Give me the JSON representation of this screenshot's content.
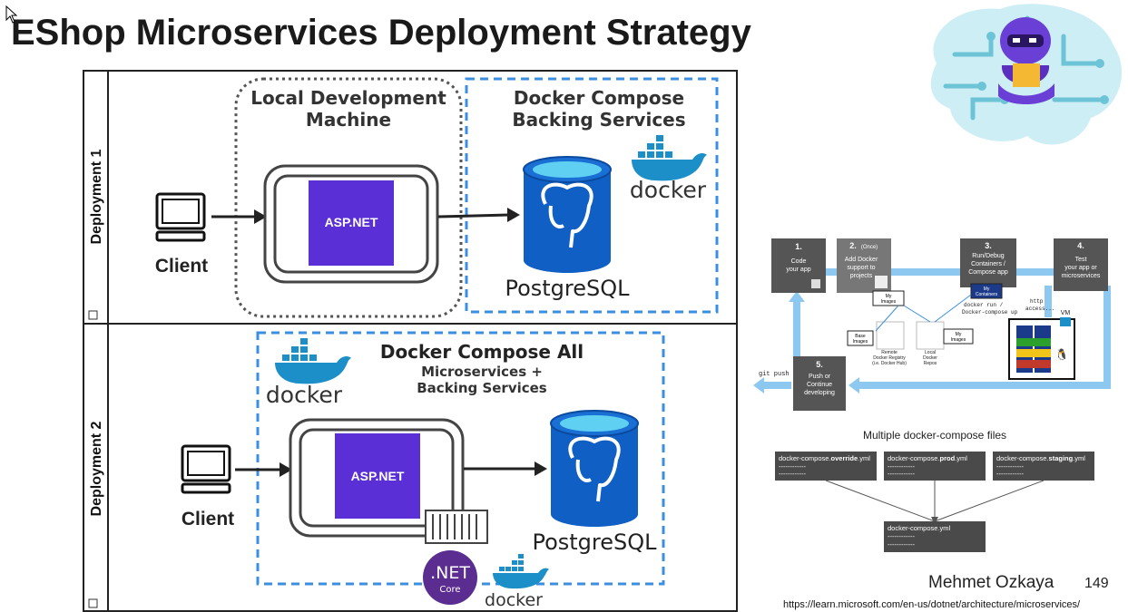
{
  "title": "EShop Microservices Deployment Strategy",
  "deployment1": {
    "label": "Deployment 1",
    "client": "Client",
    "local_box_title": [
      "Local Development",
      "Machine"
    ],
    "app": "ASP.NET",
    "backing_title": [
      "Docker Compose",
      "Backing Services"
    ],
    "db": "PostgreSQL",
    "docker": "docker"
  },
  "deployment2": {
    "label": "Deployment 2",
    "client": "Client",
    "compose_title": "Docker Compose All",
    "compose_sub": [
      "Microservices +",
      "Backing Services"
    ],
    "app": "ASP.NET",
    "db": "PostgreSQL",
    "docker": "docker",
    "net_main": ".NET",
    "net_sub": "Core"
  },
  "workflow": {
    "steps": [
      {
        "num": "1.",
        "text": [
          "Code",
          "your app"
        ]
      },
      {
        "num": "2.",
        "note": "(Once)",
        "text": [
          "Add Docker",
          "support to",
          "projects"
        ]
      },
      {
        "num": "3.",
        "text": [
          "Run/Debug",
          "Containers /",
          "Compose app"
        ]
      },
      {
        "num": "4.",
        "text": [
          "Test",
          "your app or",
          "microservices"
        ]
      },
      {
        "num": "5.",
        "text": [
          "Push or",
          "Continue",
          "developing"
        ]
      }
    ],
    "labels": {
      "git_push": "git push",
      "http_access": [
        "http",
        "access..."
      ],
      "vm": "VM",
      "docker_run": [
        "docker run /",
        "Docker-compose up"
      ],
      "my_images": "My\nImages",
      "my_containers": "My\nContainers",
      "base_images": "Base\nImages",
      "remote_registry": [
        "Remote",
        "Docker Registry",
        "(i.e. Docker Hub)"
      ],
      "local_repos": [
        "Local",
        "Docker",
        "Repos"
      ]
    }
  },
  "compose_files": {
    "heading": "Multiple docker-compose files",
    "files": [
      {
        "prefix": "docker-compose.",
        "bold": "override",
        "suffix": ".yml"
      },
      {
        "prefix": "docker-compose.",
        "bold": "prod",
        "suffix": ".yml"
      },
      {
        "prefix": "docker-compose.",
        "bold": "staging",
        "suffix": ".yml"
      }
    ],
    "base_file": "docker-compose.yml",
    "dashes": "------------"
  },
  "author": "Mehmet Ozkaya",
  "page_number": "149",
  "url": "https://learn.microsoft.com/en-us/dotnet/architecture/microservices/",
  "colors": {
    "aspnet_purple": "#5b2fd6",
    "postgres_blue": "#0f5fc4",
    "docker_blue": "#1d8fc8",
    "dashed_blue": "#3b8fe0",
    "workflow_arrow": "#8cc8f0",
    "step_gray": "#555555",
    "net_purple": "#5c2d91"
  }
}
